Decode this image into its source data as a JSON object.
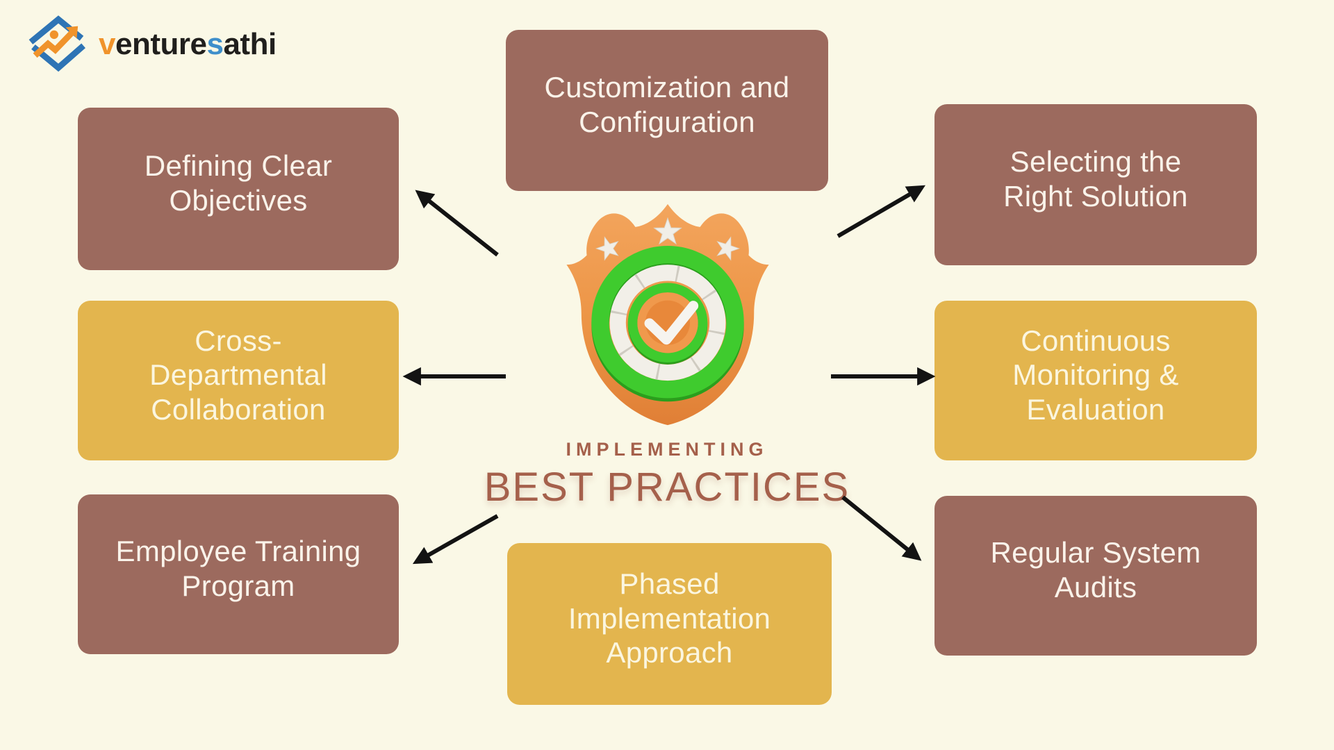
{
  "logo": {
    "icon": "venturesathi-diamond-arrow-logo",
    "segments": [
      {
        "text": "v",
        "color": "#F0932B"
      },
      {
        "text": "enture",
        "color": "#201F1D"
      },
      {
        "text": "s",
        "color": "#3E8FCB"
      },
      {
        "text": "athi",
        "color": "#201F1D"
      }
    ]
  },
  "center": {
    "badge_icon": "shield-checkmark-badge",
    "kicker": "IMPLEMENTING",
    "title": "BEST PRACTICES"
  },
  "boxes": [
    {
      "id": "customization-configuration",
      "position": "top-center",
      "variant": "brown",
      "label": "Customization and Configuration",
      "lines": [
        "Customization and",
        "Configuration"
      ]
    },
    {
      "id": "defining-clear-objectives",
      "position": "left-top",
      "variant": "brown",
      "label": "Defining Clear Objectives",
      "lines": [
        "Defining Clear",
        "Objectives"
      ]
    },
    {
      "id": "cross-departmental-collaboration",
      "position": "left-middle",
      "variant": "yellow",
      "label": "Cross-Departmental Collaboration",
      "lines": [
        "Cross-",
        "Departmental",
        "Collaboration"
      ]
    },
    {
      "id": "employee-training-program",
      "position": "left-bottom",
      "variant": "brown",
      "label": "Employee Training Program",
      "lines": [
        "Employee Training",
        "Program"
      ]
    },
    {
      "id": "selecting-the-right-solution",
      "position": "right-top",
      "variant": "brown",
      "label": "Selecting the Right Solution",
      "lines": [
        "Selecting the",
        "Right Solution"
      ]
    },
    {
      "id": "continuous-monitoring-evaluation",
      "position": "right-middle",
      "variant": "yellow",
      "label": "Continuous Monitoring & Evaluation",
      "lines": [
        "Continuous",
        "Monitoring &",
        "Evaluation"
      ]
    },
    {
      "id": "regular-system-audits",
      "position": "right-bottom",
      "variant": "brown",
      "label": "Regular System Audits",
      "lines": [
        "Regular System",
        "Audits"
      ]
    },
    {
      "id": "phased-implementation-approach",
      "position": "bottom-center",
      "variant": "yellow",
      "label": "Phased Implementation Approach",
      "lines": [
        "Phased",
        "Implementation",
        "Approach"
      ]
    }
  ],
  "colors": {
    "background": "#FAF8E6",
    "box_brown": "#9C6A5E",
    "box_yellow": "#E3B54E",
    "box_text_light": "#FAF3EA",
    "box_text_cream": "#FBF6E0",
    "title": "#A5604B",
    "arrow": "#131313",
    "badge_orange": "#EE9445",
    "badge_green": "#3FCB2E",
    "logo_blue": "#2E74B5",
    "logo_orange": "#F0932B",
    "logo_blue_light": "#3E8FCB"
  }
}
